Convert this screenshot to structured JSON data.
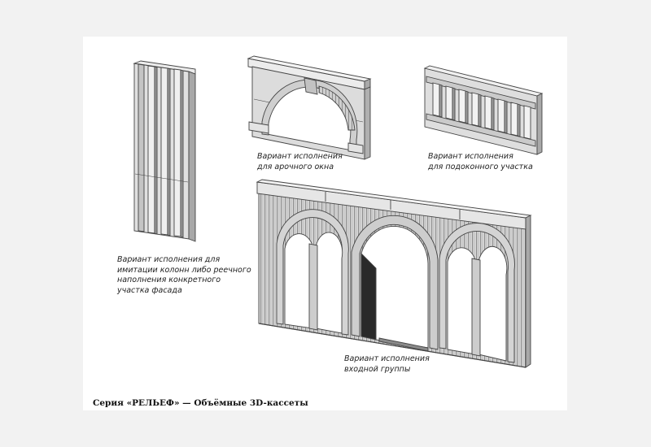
{
  "captions": {
    "column_panel": [
      "Вариант исполнения для",
      "имитации колонн либо реечного",
      "наполнения конкретного",
      "участка фасада"
    ],
    "arch_window": [
      "Вариант исполнения",
      "для арочного окна"
    ],
    "sill_section": [
      "Вариант исполнения",
      "для подоконного участка"
    ],
    "entrance_group": [
      "Вариант исполнения",
      "входной группы"
    ]
  },
  "footer": "Серия «РЕЛЬЕФ» — Объёмные 3D-кассеты",
  "colors": {
    "page_background": "#f2f2f2",
    "sheet": "#ffffff",
    "panel_face": "#d8d8d8",
    "panel_light": "#e6e6e6",
    "panel_shadow": "#a9a9a9",
    "outline": "#444444"
  }
}
